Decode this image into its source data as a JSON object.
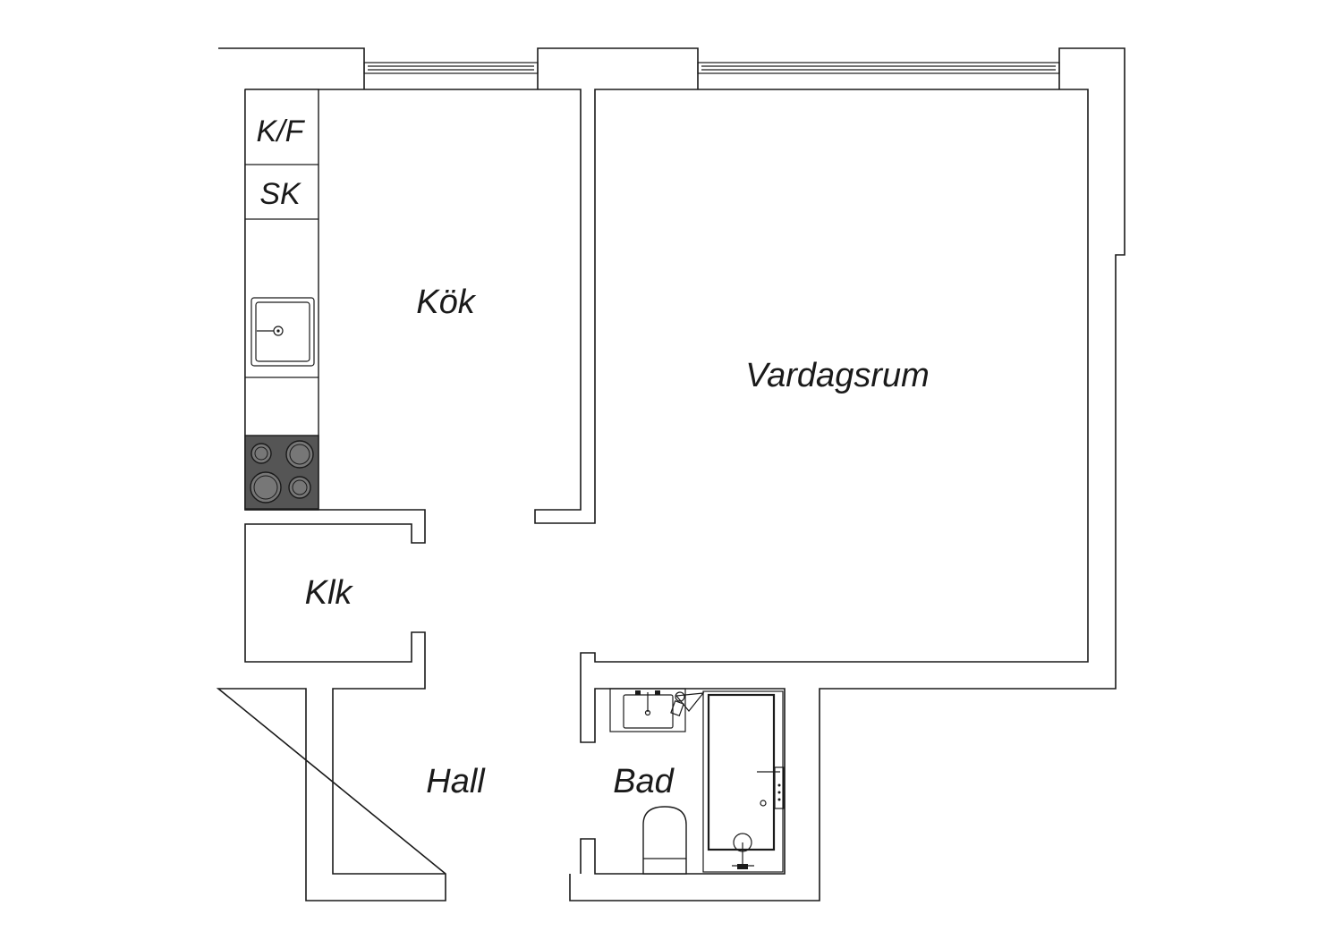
{
  "rooms": {
    "kitchen": "Kök",
    "living_room": "Vardagsrum",
    "closet": "Klk",
    "hall": "Hall",
    "bathroom": "Bad"
  },
  "appliances": {
    "fridge_freezer": "K/F",
    "cabinet": "SK"
  },
  "colors": {
    "line": "#1a1a1a",
    "stove_fill": "#555555",
    "background": "#ffffff"
  }
}
